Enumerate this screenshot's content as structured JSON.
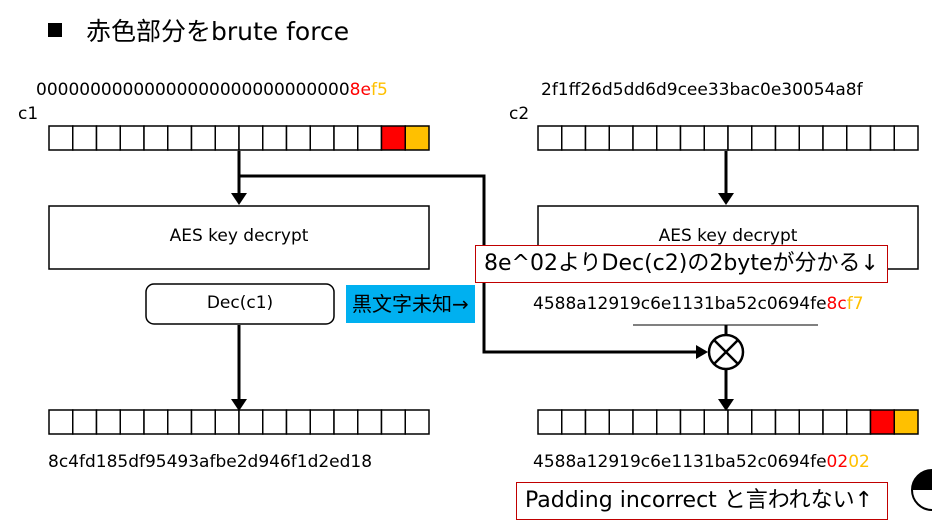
{
  "title": "赤色部分をbrute force",
  "left": {
    "c1_hex_prefix": "00000000000000000000000000000",
    "c1_hex_red": "8e",
    "c1_hex_orange": "f5",
    "c1_label": "c1",
    "aes_box": "AES key decrypt",
    "dec_box": "Dec(c1)",
    "result_hex": "8c4fd185df95493afbe2d946f1d2ed18"
  },
  "right": {
    "c2_hex": "2f1ff26d5dd6d9cee33bac0e30054a8f",
    "c2_label": "c2",
    "aes_box": "AES key decrypt",
    "dec_hex_prefix": "4588a12919c6e1131ba52c0694fe",
    "dec_hex_red": "8c",
    "dec_hex_orange": "f7",
    "result_hex_prefix": "4588a12919c6e1131ba52c0694fe",
    "result_hex_red": "02",
    "result_hex_orange": "02"
  },
  "callouts": {
    "top": "8e^02よりDec(c2)の2byteが分かる↓",
    "blue": "黒文字未知→",
    "bottom": "Padding incorrect と言われない↑"
  },
  "colors": {
    "red": "#ff0000",
    "orange": "#ffc000",
    "blue": "#00b0f0",
    "callout_border": "#c00000"
  }
}
